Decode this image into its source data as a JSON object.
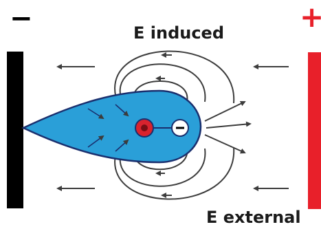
{
  "labels": {
    "top": "E induced",
    "bottom": "E external",
    "minus_sign": "−",
    "plus_sign": "+"
  },
  "colors": {
    "negative_plate": "#000000",
    "positive_plate": "#e8202a",
    "drop_fill": "#2a9fd8",
    "drop_stroke": "#1a2f6e",
    "positive_charge": "#d9232e",
    "field_line": "#3c3c3c"
  },
  "icons": {
    "negative_charge": "minus-in-circle",
    "positive_charge": "dot-in-ring"
  }
}
